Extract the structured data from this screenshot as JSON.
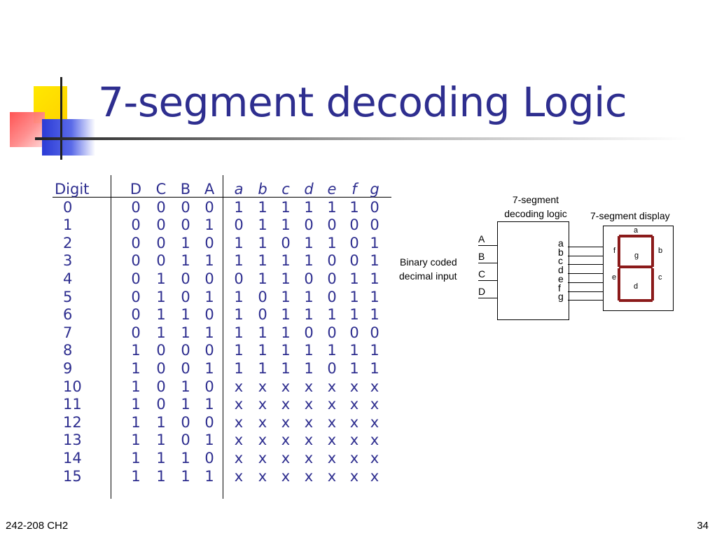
{
  "slide": {
    "title": "7-segment decoding Logic",
    "footer_left": "242-208 CH2",
    "page_number": "34"
  },
  "truth_table": {
    "headers": [
      "Digit",
      "D",
      "C",
      "B",
      "A",
      "a",
      "b",
      "c",
      "d",
      "e",
      "f",
      "g"
    ],
    "rows": [
      [
        "0",
        "0",
        "0",
        "0",
        "0",
        "1",
        "1",
        "1",
        "1",
        "1",
        "1",
        "0"
      ],
      [
        "1",
        "0",
        "0",
        "0",
        "1",
        "0",
        "1",
        "1",
        "0",
        "0",
        "0",
        "0"
      ],
      [
        "2",
        "0",
        "0",
        "1",
        "0",
        "1",
        "1",
        "0",
        "1",
        "1",
        "0",
        "1"
      ],
      [
        "3",
        "0",
        "0",
        "1",
        "1",
        "1",
        "1",
        "1",
        "1",
        "0",
        "0",
        "1"
      ],
      [
        "4",
        "0",
        "1",
        "0",
        "0",
        "0",
        "1",
        "1",
        "0",
        "0",
        "1",
        "1"
      ],
      [
        "5",
        "0",
        "1",
        "0",
        "1",
        "1",
        "0",
        "1",
        "1",
        "0",
        "1",
        "1"
      ],
      [
        "6",
        "0",
        "1",
        "1",
        "0",
        "1",
        "0",
        "1",
        "1",
        "1",
        "1",
        "1"
      ],
      [
        "7",
        "0",
        "1",
        "1",
        "1",
        "1",
        "1",
        "1",
        "0",
        "0",
        "0",
        "0"
      ],
      [
        "8",
        "1",
        "0",
        "0",
        "0",
        "1",
        "1",
        "1",
        "1",
        "1",
        "1",
        "1"
      ],
      [
        "9",
        "1",
        "0",
        "0",
        "1",
        "1",
        "1",
        "1",
        "1",
        "0",
        "1",
        "1"
      ],
      [
        "10",
        "1",
        "0",
        "1",
        "0",
        "x",
        "x",
        "x",
        "x",
        "x",
        "x",
        "x"
      ],
      [
        "11",
        "1",
        "0",
        "1",
        "1",
        "x",
        "x",
        "x",
        "x",
        "x",
        "x",
        "x"
      ],
      [
        "12",
        "1",
        "1",
        "0",
        "0",
        "x",
        "x",
        "x",
        "x",
        "x",
        "x",
        "x"
      ],
      [
        "13",
        "1",
        "1",
        "0",
        "1",
        "x",
        "x",
        "x",
        "x",
        "x",
        "x",
        "x"
      ],
      [
        "14",
        "1",
        "1",
        "1",
        "0",
        "x",
        "x",
        "x",
        "x",
        "x",
        "x",
        "x"
      ],
      [
        "15",
        "1",
        "1",
        "1",
        "1",
        "x",
        "x",
        "x",
        "x",
        "x",
        "x",
        "x"
      ]
    ]
  },
  "diagram": {
    "decoder_label_line1": "7-segment",
    "decoder_label_line2": "decoding logic",
    "display_label": "7-segment display",
    "input_label_line1": "Binary coded",
    "input_label_line2": "decimal input",
    "inputs": [
      "A",
      "B",
      "C",
      "D"
    ],
    "outputs": [
      "a",
      "b",
      "c",
      "d",
      "e",
      "f",
      "g"
    ],
    "segment_labels": {
      "a": "a",
      "b": "b",
      "c": "c",
      "d": "d",
      "e": "e",
      "f": "f",
      "g": "g"
    },
    "segment_color": "#8b1a1a"
  },
  "colors": {
    "title": "#2e2e8f",
    "table_text": "#2e2e8f",
    "accent_yellow": "#ffd200",
    "accent_red": "#ff4a4a",
    "accent_blue": "#2b3bd6"
  }
}
